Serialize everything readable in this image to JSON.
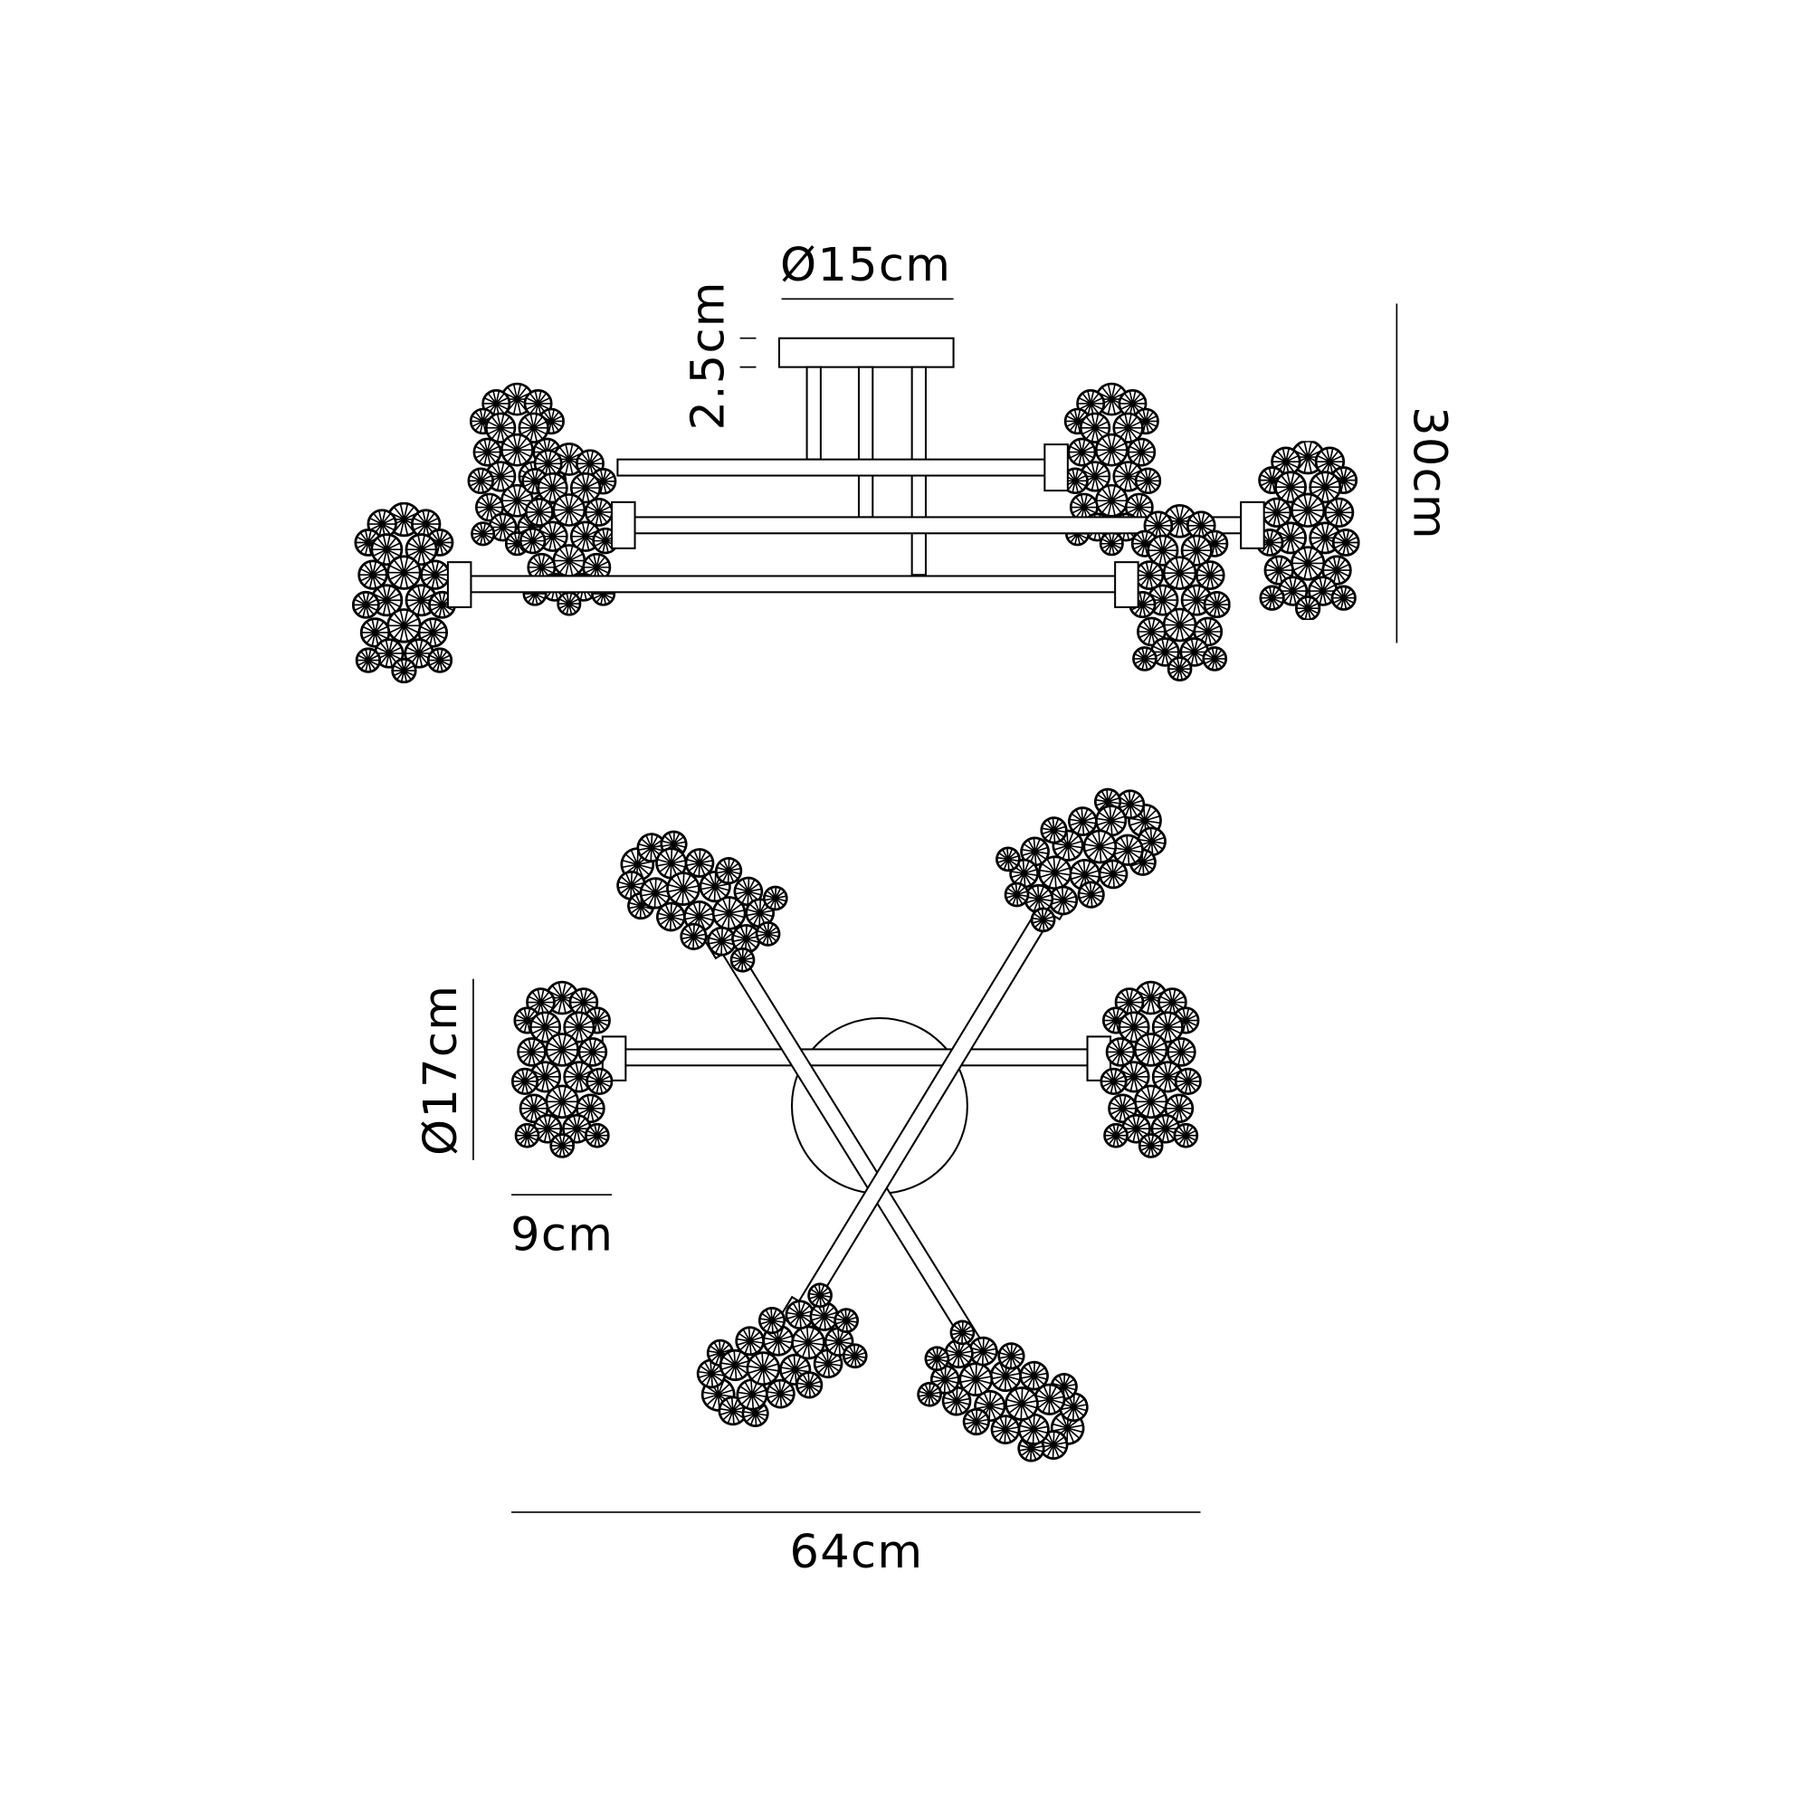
{
  "dimensions": {
    "canopy_diameter": "Ø15cm",
    "canopy_height": "2.5cm",
    "total_height": "30cm",
    "shade_diameter": "Ø17cm",
    "shade_depth": "9cm",
    "total_width": "64cm"
  },
  "colors": {
    "line": "#000000",
    "background": "#ffffff"
  }
}
